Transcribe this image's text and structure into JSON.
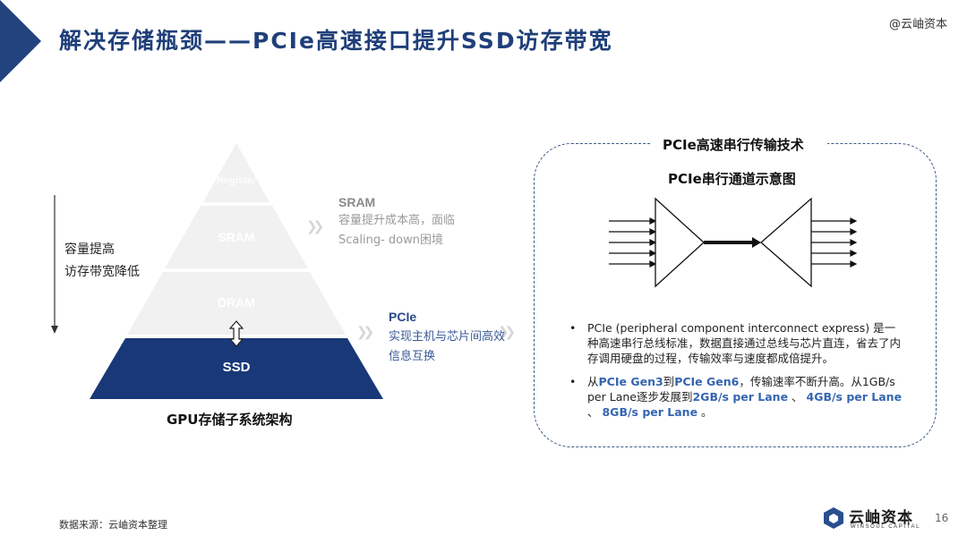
{
  "slide": {
    "title": "解决存储瓶颈——PCIe高速接口提升SSD访存带宽",
    "watermark": "@云岫资本",
    "page_number": "16",
    "source": "数据来源：云岫资本整理"
  },
  "pyramid": {
    "levels": [
      "Register",
      "SRAM",
      "DRAM",
      "SSD"
    ],
    "axis_labels": [
      "容量提高",
      "访存带宽降低"
    ],
    "caption": "GPU存储子系统架构"
  },
  "notes": {
    "sram": {
      "heading": "SRAM",
      "body": "容量提升成本高，面临Scaling- down困境"
    },
    "pcie": {
      "heading": "PCIe",
      "body": "实现主机与芯片间高效信息互换"
    }
  },
  "panel": {
    "title": "PCIe高速串行传输技术",
    "diagram_title": "PCIe串行通道示意图",
    "bullets": [
      {
        "parts": [
          "PCIe (peripheral component interconnect express) 是一种高速串行总线标准，数据直接通过总线与芯片直连，省去了内存调用硬盘的过程，传输效率与速度都成倍提升。"
        ]
      },
      {
        "parts": [
          "从",
          "PCIe Gen3",
          "到",
          "PCIe Gen6",
          "，传输速率不断升高。从1GB/s per Lane逐步发展到",
          "2GB/s per Lane",
          " 、 ",
          "4GB/s per Lane",
          " 、 ",
          "8GB/s per Lane",
          " 。"
        ]
      }
    ]
  },
  "logo": {
    "name_cn": "云岫资本",
    "name_en": "WINSOUL CAPITAL",
    "separator": "|"
  },
  "colors": {
    "brand_navy": "#1f3f7a",
    "ssd_fill": "#183878",
    "highlight_blue": "#3565b0",
    "pyramid_light": "#f1f1f1"
  }
}
